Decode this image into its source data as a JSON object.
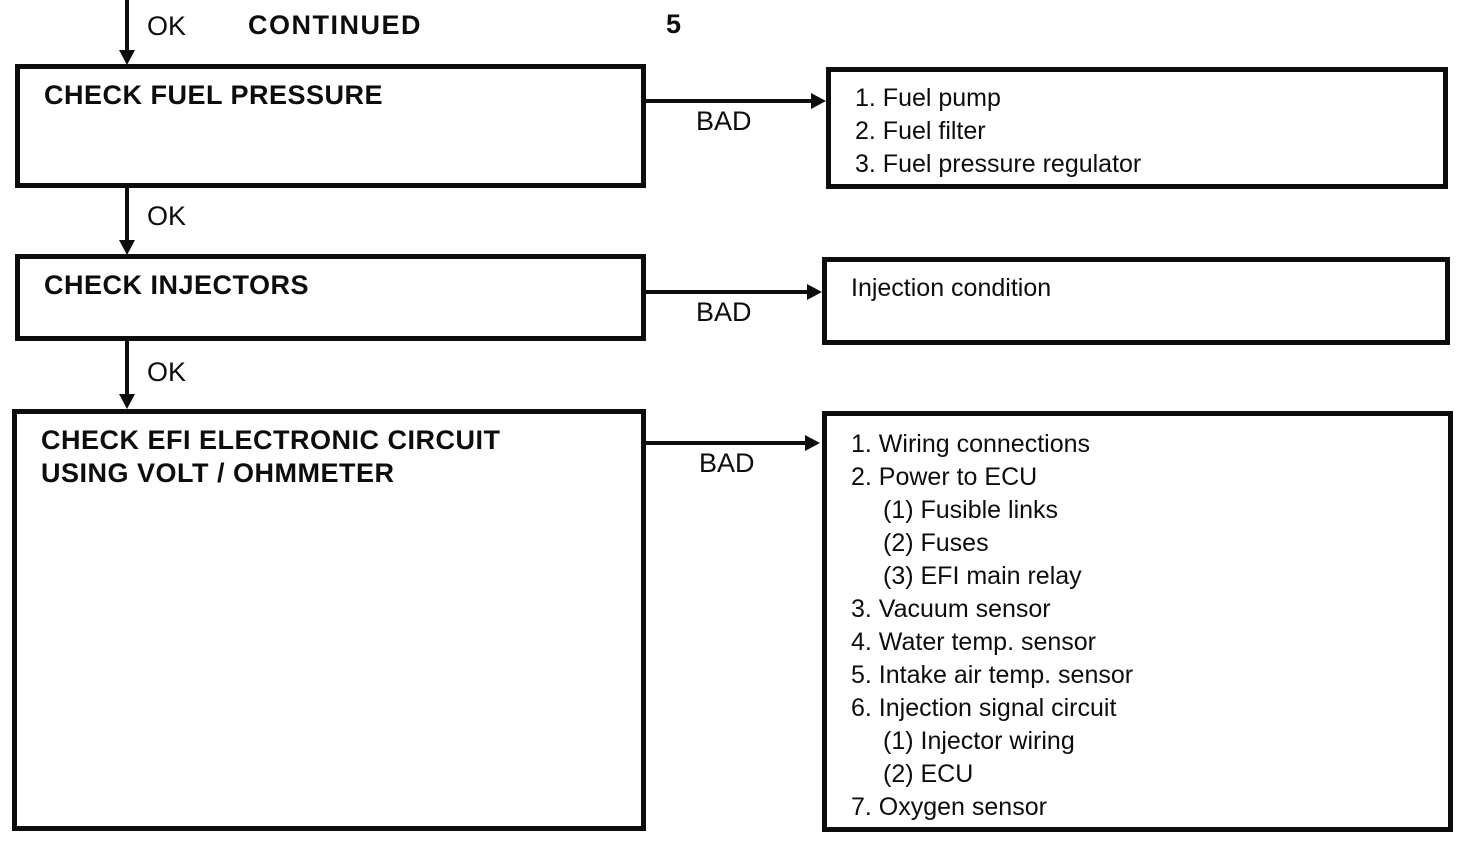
{
  "header": {
    "ok_label": "OK",
    "continued_label": "CONTINUED",
    "page_number": "5"
  },
  "connectors": {
    "ok2_label": "OK",
    "ok3_label": "OK",
    "bad1_label": "BAD",
    "bad2_label": "BAD",
    "bad3_label": "BAD"
  },
  "steps": {
    "fuel_pressure": {
      "title": "CHECK FUEL PRESSURE",
      "causes": [
        "1. Fuel pump",
        "2. Fuel filter",
        "3. Fuel pressure regulator"
      ]
    },
    "injectors": {
      "title": "CHECK INJECTORS",
      "causes": [
        "Injection condition"
      ]
    },
    "efi_circuit": {
      "title_line1": "CHECK EFI ELECTRONIC CIRCUIT",
      "title_line2": "USING VOLT / OHMMETER",
      "causes": [
        {
          "text": "1. Wiring connections"
        },
        {
          "text": "2. Power to ECU"
        },
        {
          "text": "(1)  Fusible links"
        },
        {
          "text": "(2)  Fuses"
        },
        {
          "text": "(3)  EFI main relay"
        },
        {
          "text": "3. Vacuum sensor"
        },
        {
          "text": "4. Water temp. sensor"
        },
        {
          "text": "5. Intake air temp. sensor"
        },
        {
          "text": "6. Injection signal circuit"
        },
        {
          "text": "(1)  Injector wiring"
        },
        {
          "text": "(2)  ECU"
        },
        {
          "text": "7. Oxygen sensor"
        }
      ]
    }
  },
  "colors": {
    "ink": "#0d0d0d",
    "paper": "#ffffff"
  }
}
